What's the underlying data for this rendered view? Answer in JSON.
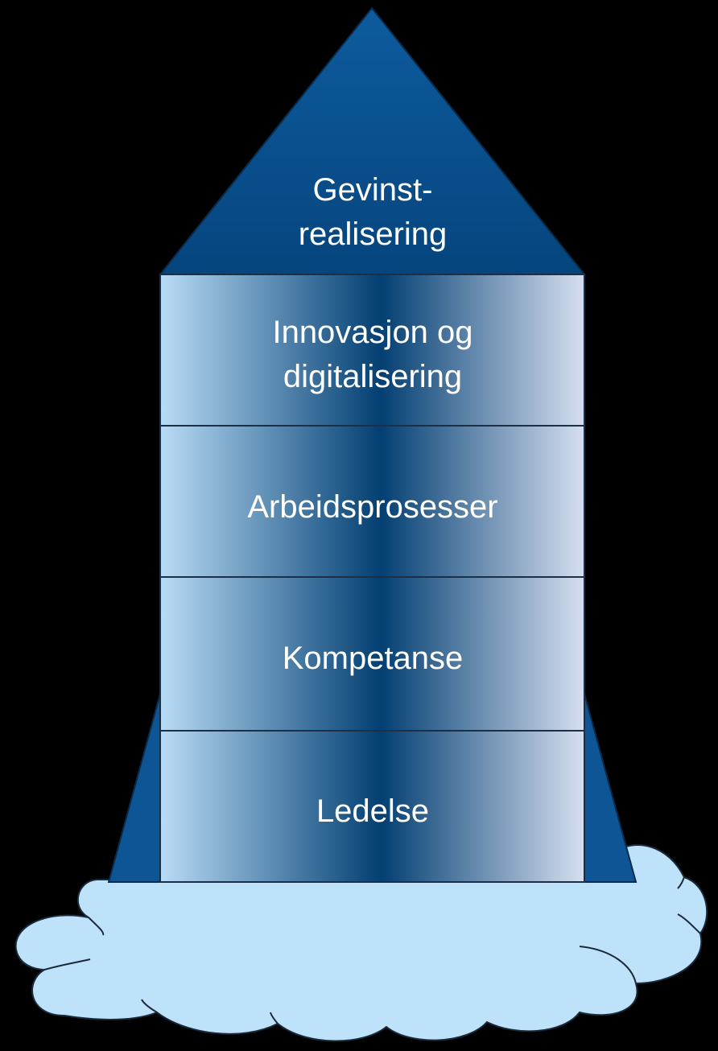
{
  "roof": {
    "line1": "Gevinst-",
    "line2": "realisering"
  },
  "levels": [
    {
      "line1": "Innovasjon og",
      "line2": "digitalisering"
    },
    {
      "line1": "Arbeidsprosesser"
    },
    {
      "line1": "Kompetanse"
    },
    {
      "line1": "Ledelse"
    }
  ],
  "colors": {
    "background": "#000000",
    "roof": "#0a4f8a",
    "fin": "#0e5596",
    "cloud": "#bfe2fb",
    "block_light": "#b9dcf6",
    "block_dark": "#033f72",
    "block_right": "#d6dff0"
  }
}
